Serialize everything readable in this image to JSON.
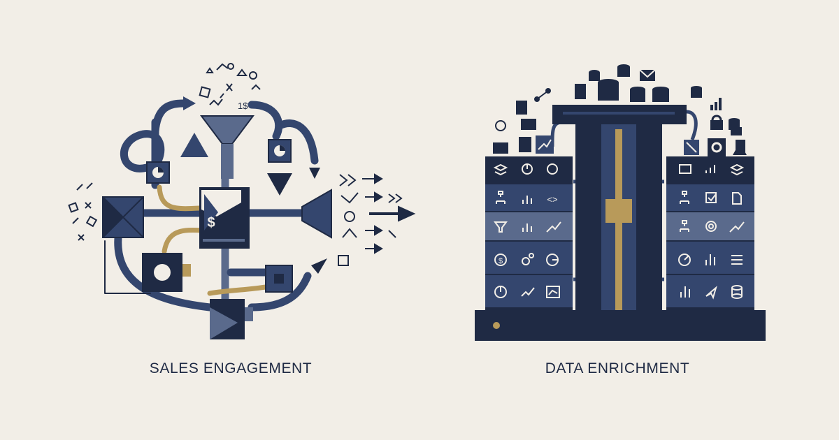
{
  "captions": {
    "sales": "SALES ENGAGEMENT",
    "data": "DATA ENRICHMENT"
  },
  "sales_symbols": {
    "dollar": "$",
    "scatter_amount": "1$"
  },
  "data_symbols": {
    "code": "<>",
    "dollar": "$"
  },
  "colors": {
    "background": "#f2eee7",
    "navy": "#1f2a44",
    "steel": "#34466e",
    "slate": "#5a6a8c",
    "gold": "#b89a5a"
  }
}
